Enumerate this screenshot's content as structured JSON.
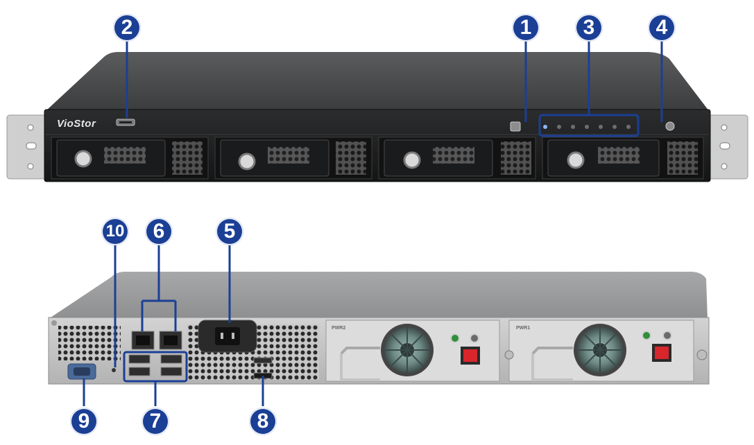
{
  "device": {
    "brand_label": "VioStor",
    "psu_left_label": "PWR2",
    "psu_right_label": "PWR1"
  },
  "callouts": {
    "c1": "1",
    "c2": "2",
    "c3": "3",
    "c4": "4",
    "c5": "5",
    "c6": "6",
    "c7": "7",
    "c8": "8",
    "c9": "9",
    "c10": "10"
  },
  "colors": {
    "callout_fill": "#1b3f95",
    "callout_line": "#1b3f95",
    "chassis_top": "#4a4b4c",
    "faceplate": "#1e1f20",
    "rack_ear": "#c9c9c9",
    "rear_panel": "#bfbfbf",
    "psu_panel": "#d9d9d9",
    "reset_button": "#d8262c",
    "led_green": "#2f8f3a"
  }
}
